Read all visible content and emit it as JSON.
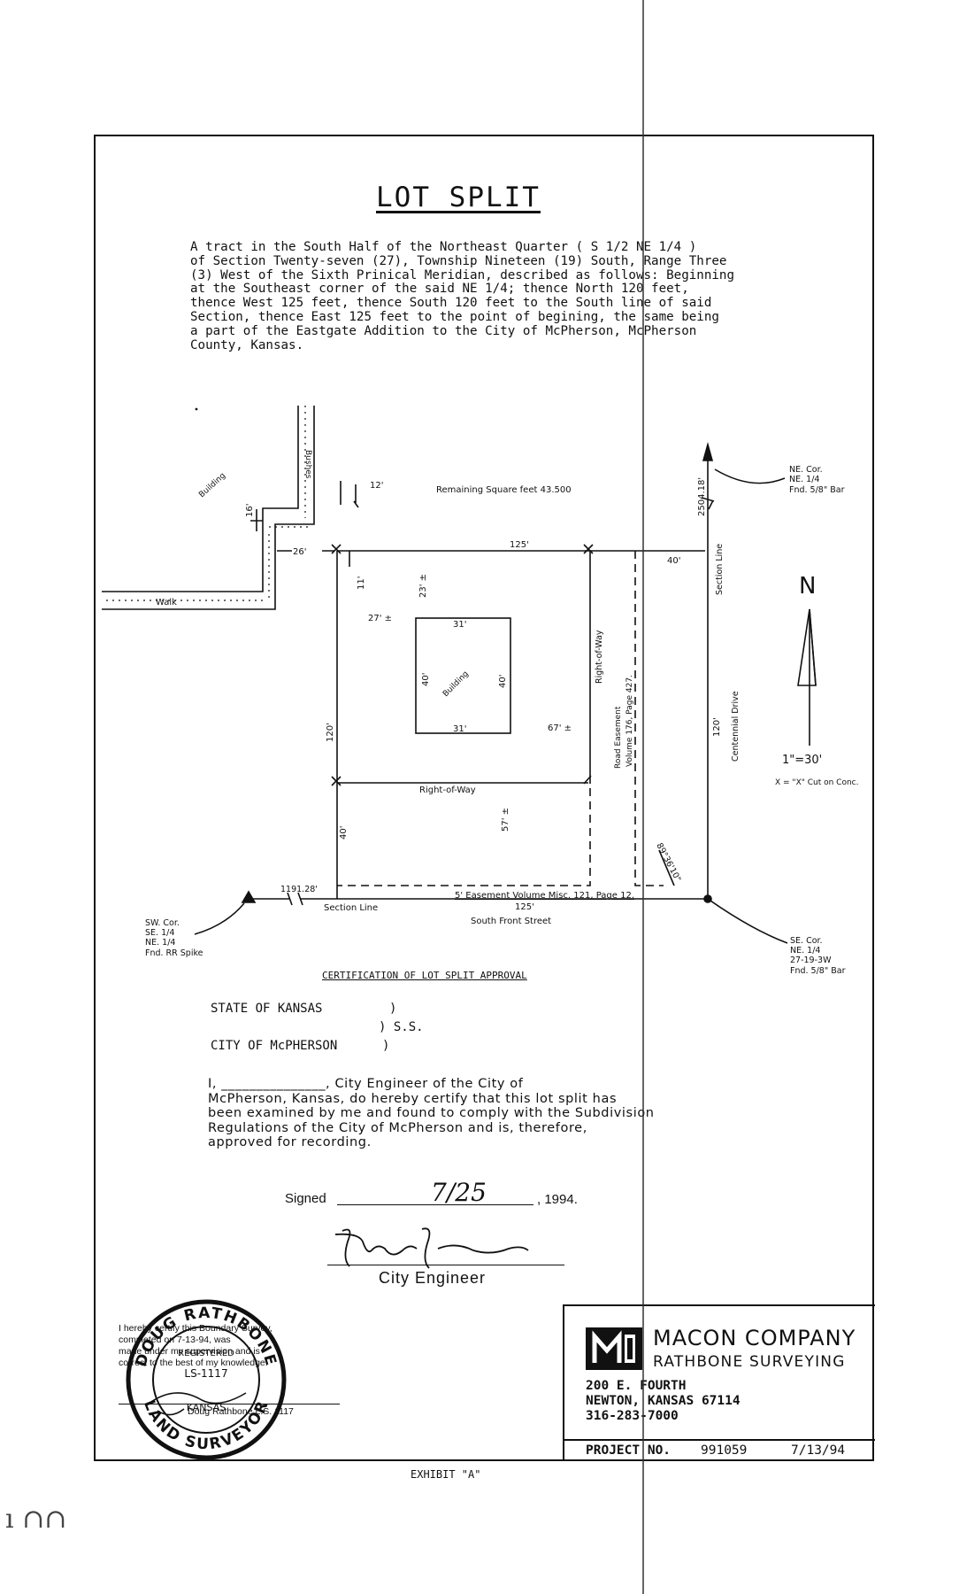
{
  "document": {
    "title": "LOT SPLIT",
    "description_lines": [
      "A tract in the South Half of the Northeast Quarter ( S 1/2 NE 1/4 )",
      "of Section Twenty-seven (27), Township Nineteen (19) South, Range Three",
      "(3) West of the Sixth Prinical Meridian, described as follows: Beginning",
      "at the Southeast corner of the said NE 1/4; thence North 120 feet,",
      "thence West 125 feet, thence South 120 feet to the South line of said",
      "Section, thence East 125 feet to the point of begining, the same being",
      "a part of the Eastgate Addition to the City of McPherson, McPherson",
      "County, Kansas."
    ]
  },
  "plat": {
    "building_nw": "Building",
    "bushes": "Bushes",
    "walk": "Walk",
    "dim_12": "12'",
    "dim_16": "16'",
    "dim_26": "26'",
    "remaining": "Remaining Square feet 43.500",
    "dim_2504": "2504.18'",
    "ne_corner": [
      "NE. Cor.",
      "NE. 1/4",
      "Fnd. 5/8\" Bar"
    ],
    "dim_125_top": "125'",
    "dim_40_top": "40'",
    "section_line_east": "Section Line",
    "north_letter": "N",
    "dim_11": "11'",
    "dim_23": "23' ±",
    "dim_27": "27' ±",
    "dim_31_top": "31'",
    "dim_40_bl": "40'",
    "building_label": "Building",
    "dim_40_br": "40'",
    "dim_31_bottom": "31'",
    "row_right": "Right-of-Way",
    "road_easement": [
      "Road Easement",
      "Volume 176, Page 427."
    ],
    "centennial": "Centennial Drive",
    "dim_120_east": "120'",
    "dim_120_west": "120'",
    "dim_67": "67' ±",
    "scale": "1\"=30'",
    "x_legend": "X = \"X\" Cut on Conc.",
    "row_bottom": "Right-of-Way",
    "dim_40_left": "40'",
    "dim_57": "57' ±",
    "bearing": "89°36'10\"",
    "dim_1191": "1191.28'",
    "section_line_south": "Section Line",
    "easement_south": "5' Easement   Volume Misc. 121, Page 12.",
    "dim_125_bottom": "125'",
    "street": "South Front Street",
    "sw_corner": [
      "SW. Cor.",
      "SE. 1/4",
      "NE. 1/4",
      "Fnd. RR Spike"
    ],
    "se_corner": [
      "SE. Cor.",
      "NE. 1/4",
      "27-19-3W",
      "Fnd. 5/8\" Bar"
    ]
  },
  "certification": {
    "heading": "CERTIFICATION OF LOT SPLIT APPROVAL",
    "state": "STATE OF KANSAS",
    "ss": ") S.S.",
    "paren": ")",
    "city": "CITY OF McPHERSON",
    "paragraph_lines": [
      "I, _______________, City Engineer of the City of",
      "McPherson, Kansas, do hereby certify that this lot split has",
      "been examined by me and found to comply with the Subdivision",
      "Regulations of the City of McPherson and is, therefore,",
      "approved for recording."
    ],
    "signed_label": "Signed",
    "signed_date": "7/25",
    "year": ", 1994.",
    "engineer_title": "City Engineer"
  },
  "surveyor": {
    "statement_lines": [
      "I hereby certify this Boundary Survey,",
      "completed on 7-13-94, was",
      "made under my supervision and is",
      "correct to the best of my knowledge."
    ],
    "name_line": "Doug Rathbone L.S. 1117",
    "seal_top": "DOUG RATHBONE",
    "seal_middle": "LS-1117",
    "seal_state": "KANSAS",
    "seal_bottom": "LAND SURVEYOR",
    "seal_inner_top": "REGISTERED"
  },
  "title_block": {
    "company": "MACON COMPANY",
    "subsidiary": "RATHBONE SURVEYING",
    "address1": "200 E. FOURTH",
    "address2": "NEWTON, KANSAS  67114",
    "phone": "316-283-7000",
    "project_label": "PROJECT NO.",
    "project_no": "991059",
    "date": "7/13/94"
  },
  "exhibit": "EXHIBIT \"A\"",
  "margin_marks": "ı ∩∩"
}
